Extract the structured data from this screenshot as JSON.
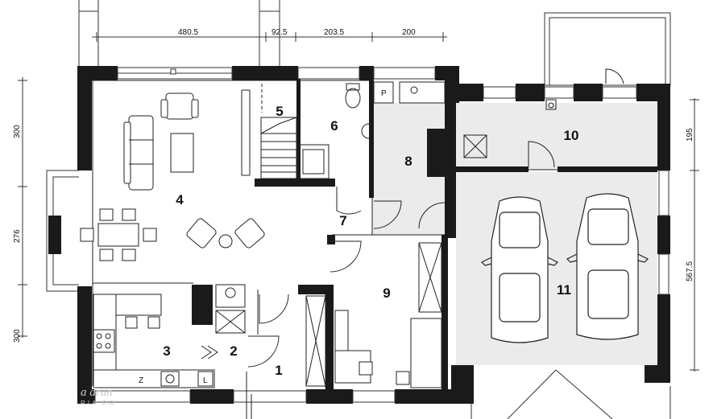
{
  "rooms": {
    "r1": "1",
    "r2": "2",
    "r3": "3",
    "r4": "4",
    "r5": "5",
    "r6": "6",
    "r7": "7",
    "r8": "8",
    "r9": "9",
    "r10": "10",
    "r11": "11"
  },
  "dimensions": {
    "top": [
      "480.5",
      "92.5",
      "203.5",
      "200"
    ],
    "left": [
      "300",
      "276",
      "300"
    ],
    "right": [
      "195",
      "567.5"
    ]
  },
  "symbols": {
    "p": "P",
    "z": "Z",
    "l": "L"
  },
  "watermark": {
    "line1": "a drun",
    "line2": "RIA PR"
  },
  "colors": {
    "wall": "#1a1a1a",
    "garage_floor": "#ebebeb",
    "line": "#222222"
  }
}
